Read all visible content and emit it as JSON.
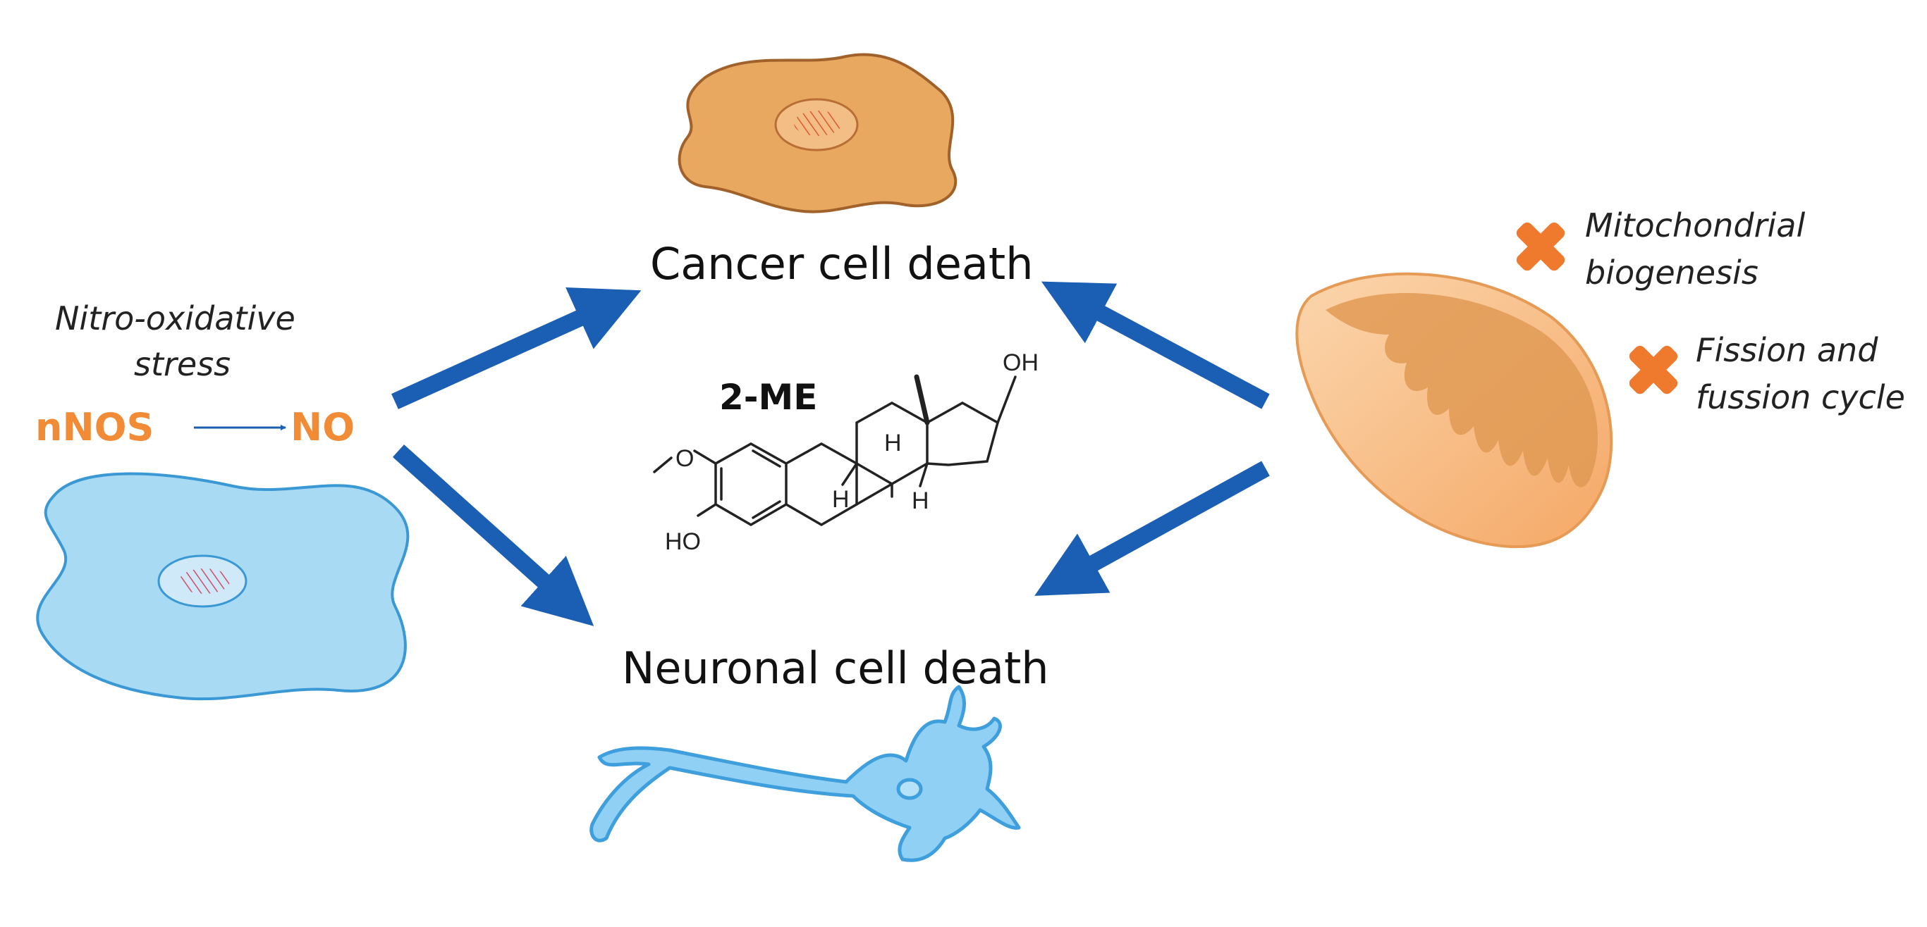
{
  "nodes": {
    "cancer": "Cancer cell death",
    "neuronal": "Neuronal cell death"
  },
  "left": {
    "stress_label": "Nitro-oxidative stress",
    "stress_line1": "Nitro-oxidative",
    "stress_line2": "stress",
    "source": "nNOS",
    "product": "NO"
  },
  "molecule": {
    "name": "2-ME",
    "atoms": {
      "oh_top": "OH",
      "ho_bottom": "HO",
      "o_methoxy": "O",
      "h1": "H",
      "h2": "H",
      "h3": "H"
    }
  },
  "right": {
    "items": [
      {
        "line1": "Mitochondrial",
        "line2": "biogenesis"
      },
      {
        "line1": "Fission and",
        "line2": "fussion cycle"
      }
    ]
  },
  "colors": {
    "arrow": "#1a5fb4",
    "accent_orange": "#f28b35",
    "cancer_cell": "#e8a85f",
    "neuron": "#5bb8ee",
    "mitochondrion": "#f6b87a"
  },
  "icons": {
    "cross_icon": "x-mark"
  }
}
